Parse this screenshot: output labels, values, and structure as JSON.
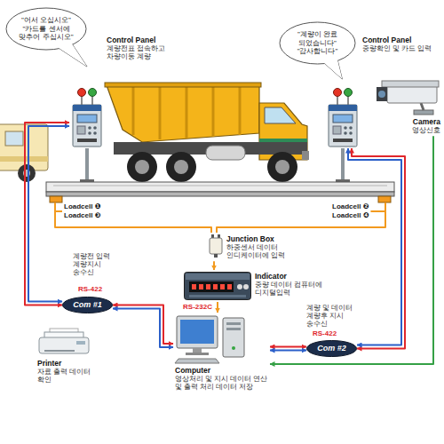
{
  "diagram": {
    "nodes": [
      {
        "text": [
          "\"어서 오십시오\" \"카드를 센서에 맞추어 주십시오\""
        ]
      },
      {
        "text": [
          "Control Panel",
          "계량전표 접속하고 차량이동 계량"
        ]
      },
      {
        "text": [
          "\"계량이 완료 되었습니다\" \"감사합니다\""
        ]
      },
      {
        "text": [
          "Control Panel",
          "중량확인 및 카드 입력"
        ]
      },
      {
        "text": [
          "Camera",
          "영상신호"
        ]
      },
      {
        "text": [
          "Loadcell ❶",
          "Loadcell ❸"
        ]
      },
      {
        "text": [
          "Loadcell ❷",
          "Loadcell ❹"
        ]
      },
      {
        "text": [
          "Junction Box",
          "하중센서 데이터 인디케이터에 입력"
        ]
      },
      {
        "text": [
          "Indicator",
          "중량 데이터 컴퓨터에 디지털입력"
        ]
      },
      {
        "text": [
          "Com #1"
        ]
      },
      {
        "text": [
          "Com #2"
        ]
      },
      {
        "text": [
          "Printer",
          "자료 출력 데이터 확인"
        ]
      },
      {
        "text": [
          "Computer",
          "영상처리 및 지시 데이터 연산 및 출력 처리 데이터 저장"
        ]
      }
    ],
    "edges": [
      {
        "from": 1,
        "to": 9,
        "arrow": "both"
      },
      {
        "from": 9,
        "to": 12,
        "arrow": "both"
      },
      {
        "from": 3,
        "to": 10,
        "arrow": "both"
      },
      {
        "from": 10,
        "to": 12,
        "arrow": "both"
      },
      {
        "from": 4,
        "to": 12,
        "arrow": "to"
      },
      {
        "from": 5,
        "to": 7,
        "arrow": "none"
      },
      {
        "from": 6,
        "to": 7,
        "arrow": "none"
      },
      {
        "from": 7,
        "to": 8,
        "arrow": "to"
      },
      {
        "from": 8,
        "to": 12,
        "label": "RS-232C",
        "arrow": "to"
      }
    ],
    "labels": [
      "계량전 입력 계량지시 송수신",
      "RS-422",
      "계량 및 데이터 계량후 지시 송수신",
      "RS-422"
    ]
  }
}
